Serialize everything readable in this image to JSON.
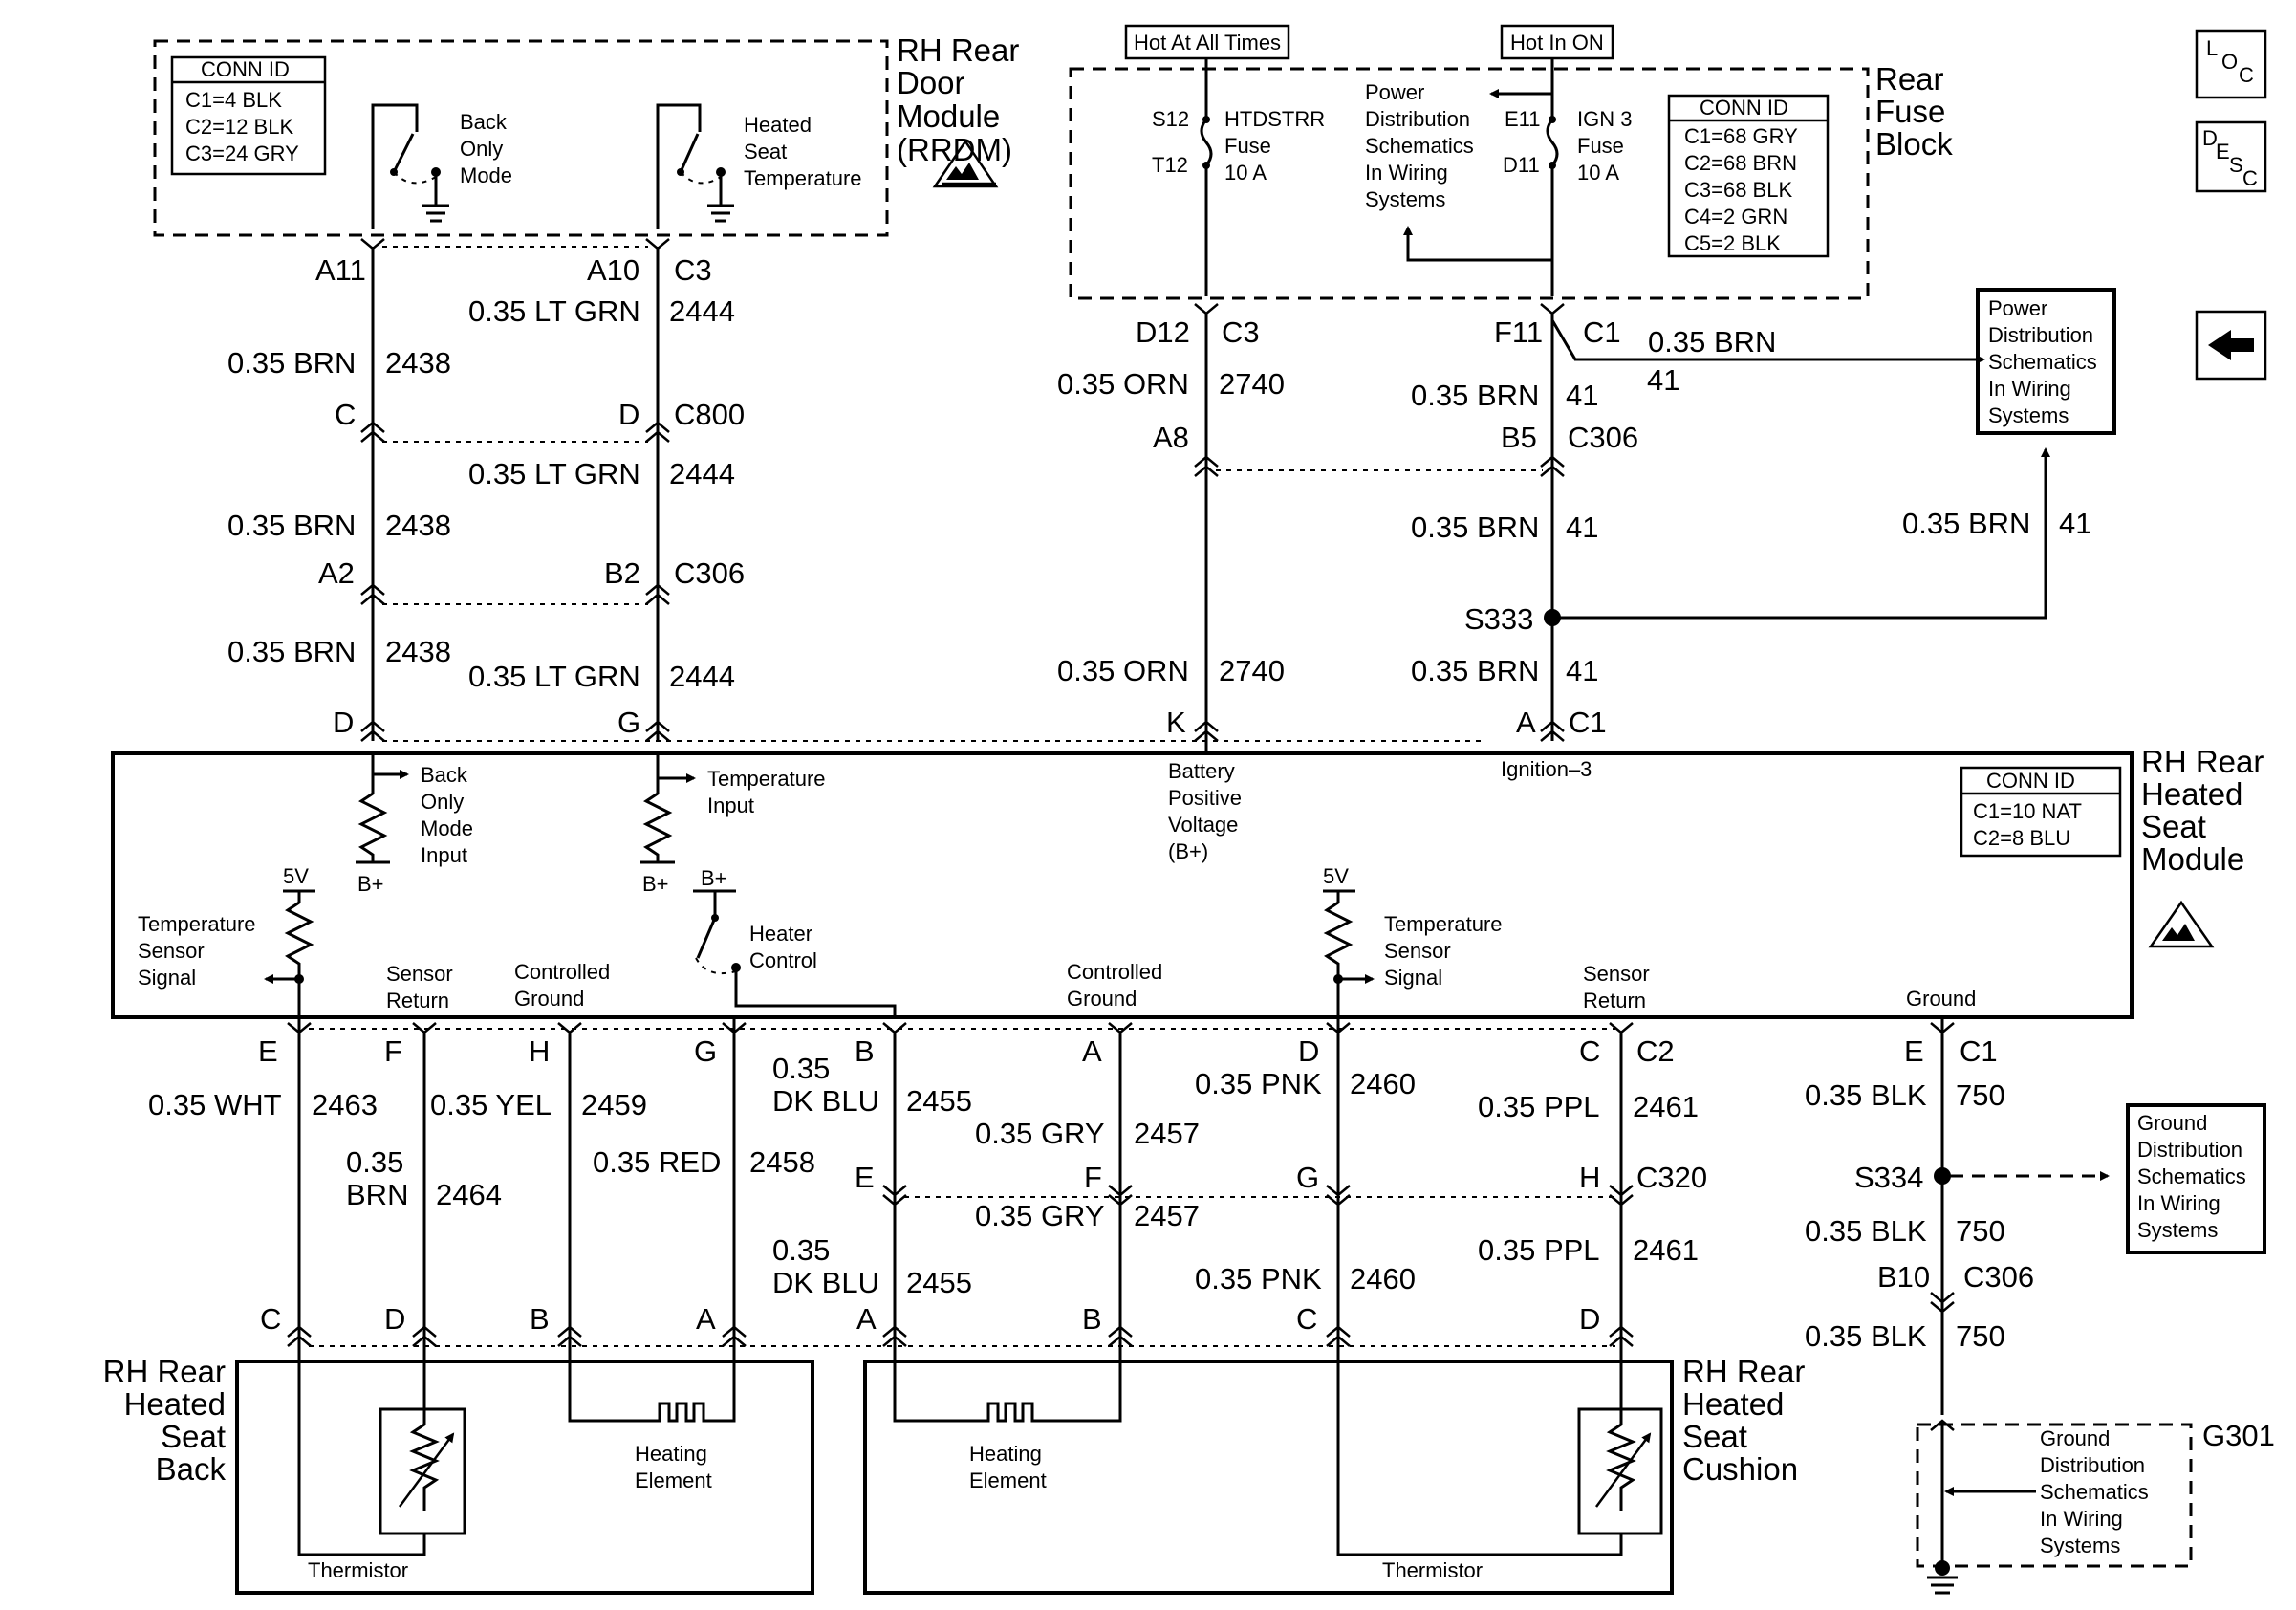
{
  "rrdm": {
    "title_lines": [
      "RH Rear",
      "Door",
      "Module",
      "(RRDM)"
    ],
    "conn_id": {
      "header": "CONN ID",
      "rows": [
        "C1=4 BLK",
        "C2=12 BLK",
        "C3=24 GRY"
      ]
    },
    "switch_back": [
      "Back",
      "Only",
      "Mode"
    ],
    "switch_heat": [
      "Heated",
      "Seat",
      "Temperature"
    ],
    "pins": {
      "a11": "A11",
      "a10": "A10",
      "c3": "C3"
    }
  },
  "wires_left": {
    "brn": "0.35 BRN",
    "brn_ckt": "2438",
    "grn": "0.35 LT GRN",
    "grn_ckt": "2444",
    "c800_c": "C",
    "c800_d": "D",
    "c800": "C800",
    "c306_a2": "A2",
    "c306_b2": "B2",
    "c306": "C306",
    "mod_d": "D",
    "mod_g": "G"
  },
  "fuse_block": {
    "hot_all": "Hot At All Times",
    "hot_on": "Hot In ON",
    "title_lines": [
      "Rear",
      "Fuse",
      "Block"
    ],
    "fuse1": {
      "top": "S12",
      "bot": "T12",
      "name": [
        "HTDSTRR",
        "Fuse",
        "10 A"
      ]
    },
    "fuse2": {
      "top": "E11",
      "bot": "D11",
      "name": [
        "IGN 3",
        "Fuse",
        "10 A"
      ]
    },
    "pd_text": [
      "Power",
      "Distribution",
      "Schematics",
      "In Wiring",
      "Systems"
    ],
    "conn_id": {
      "header": "CONN ID",
      "rows": [
        "C1=68 GRY",
        "C2=68 BRN",
        "C3=68 BLK",
        "C4=2 GRN",
        "C5=2 BLK"
      ]
    }
  },
  "wires_right": {
    "d12": "D12",
    "c3": "C3",
    "orn": "0.35 ORN",
    "orn_ckt": "2740",
    "a8": "A8",
    "f11": "F11",
    "c1": "C1",
    "brn": "0.35 BRN",
    "brn_ckt": "41",
    "b5": "B5",
    "c306": "C306",
    "s333": "S333",
    "mod_k": "K",
    "mod_a": "A",
    "mod_c1": "C1"
  },
  "pd_box": [
    "Power",
    "Distribution",
    "Schematics",
    "In Wiring",
    "Systems"
  ],
  "nav": {
    "loc": [
      "L",
      "O",
      "C"
    ],
    "desc": [
      "D",
      "E",
      "S",
      "C"
    ],
    "back_arrow": "◄"
  },
  "module": {
    "title_lines": [
      "RH Rear",
      "Heated",
      "Seat",
      "Module"
    ],
    "conn_id": {
      "header": "CONN ID",
      "rows": [
        "C1=10 NAT",
        "C2=8 BLU"
      ]
    },
    "back_input": [
      "Back",
      "Only",
      "Mode",
      "Input"
    ],
    "temp_input": [
      "Temperature",
      "Input"
    ],
    "bplus": "B+",
    "batt": [
      "Battery",
      "Positive",
      "Voltage",
      "(B+)"
    ],
    "ign": "Ignition–3",
    "five_v": "5V",
    "temp_sensor": [
      "Temperature",
      "Sensor",
      "Signal"
    ],
    "sensor_return": [
      "Sensor",
      "Return"
    ],
    "controlled_ground": [
      "Controlled",
      "Ground"
    ],
    "heater_control": [
      "Heater",
      "Control"
    ],
    "ground": "Ground"
  },
  "lower": {
    "pins_top": {
      "E": "E",
      "F": "F",
      "H": "H",
      "G": "G",
      "B": "B",
      "A": "A",
      "D": "D",
      "C": "C",
      "C2": "C2",
      "E2": "E",
      "C1": "C1"
    },
    "wht": "0.35 WHT",
    "wht_ckt": "2463",
    "brn": [
      "0.35",
      "BRN"
    ],
    "brn_ckt": "2464",
    "yel": "0.35 YEL",
    "yel_ckt": "2459",
    "red": "0.35 RED",
    "red_ckt": "2458",
    "dkblu": [
      "0.35",
      "DK BLU"
    ],
    "dkblu_ckt": "2455",
    "gry": "0.35 GRY",
    "gry_ckt": "2457",
    "pnk": "0.35 PNK",
    "pnk_ckt": "2460",
    "ppl": "0.35 PPL",
    "ppl_ckt": "2461",
    "blk": "0.35 BLK",
    "blk_ckt": "750",
    "c320_pins": {
      "E": "E",
      "F": "F",
      "G": "G",
      "H": "H"
    },
    "c320": "C320",
    "s334": "S334",
    "b10": "B10",
    "c306": "C306",
    "gd_text": [
      "Ground",
      "Distribution",
      "Schematics",
      "In Wiring",
      "Systems"
    ],
    "bottom_back_pins": {
      "C": "C",
      "D": "D",
      "B": "B",
      "A": "A"
    },
    "bottom_cush_pins": {
      "A": "A",
      "B": "B",
      "C": "C",
      "D": "D"
    }
  },
  "seat_back": {
    "title_lines": [
      "RH Rear",
      "Heated",
      "Seat",
      "Back"
    ],
    "heating": [
      "Heating",
      "Element"
    ],
    "thermistor": "Thermistor"
  },
  "seat_cushion": {
    "title_lines": [
      "RH Rear",
      "Heated",
      "Seat",
      "Cushion"
    ],
    "heating": [
      "Heating",
      "Element"
    ],
    "thermistor": "Thermistor"
  },
  "g301": {
    "label": "G301",
    "text": [
      "Ground",
      "Distribution",
      "Schematics",
      "In Wiring",
      "Systems"
    ]
  }
}
